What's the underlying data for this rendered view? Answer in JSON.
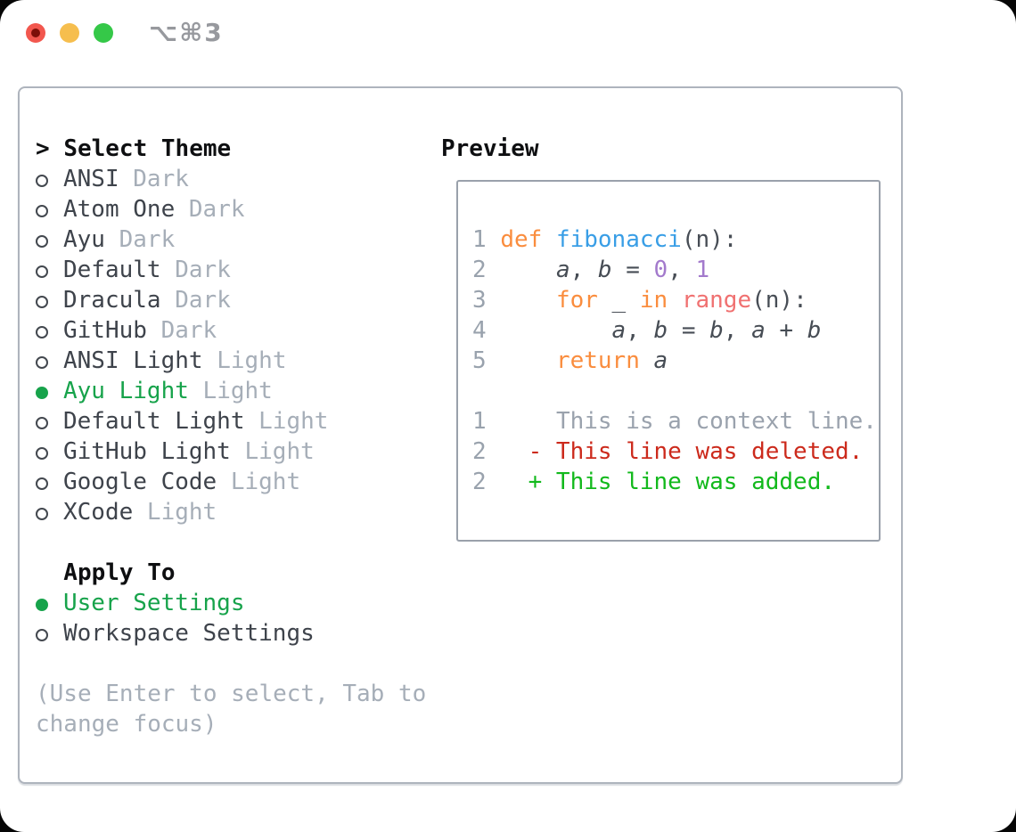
{
  "window": {
    "title": "⌥⌘3"
  },
  "theme_selector": {
    "prompt": "> ",
    "header": "Select Theme",
    "items": [
      {
        "name": "ANSI",
        "variant": "Dark",
        "selected": false
      },
      {
        "name": "Atom One",
        "variant": "Dark",
        "selected": false
      },
      {
        "name": "Ayu",
        "variant": "Dark",
        "selected": false
      },
      {
        "name": "Default",
        "variant": "Dark",
        "selected": false
      },
      {
        "name": "Dracula",
        "variant": "Dark",
        "selected": false
      },
      {
        "name": "GitHub",
        "variant": "Dark",
        "selected": false
      },
      {
        "name": "ANSI Light",
        "variant": "Light",
        "selected": false
      },
      {
        "name": "Ayu Light",
        "variant": "Light",
        "selected": true
      },
      {
        "name": "Default Light",
        "variant": "Light",
        "selected": false
      },
      {
        "name": "GitHub Light",
        "variant": "Light",
        "selected": false
      },
      {
        "name": "Google Code",
        "variant": "Light",
        "selected": false
      },
      {
        "name": "XCode",
        "variant": "Light",
        "selected": false
      }
    ]
  },
  "apply_to": {
    "header": "Apply To",
    "options": [
      {
        "label": "User Settings",
        "selected": true
      },
      {
        "label": "Workspace Settings",
        "selected": false
      }
    ]
  },
  "help": {
    "line1": "(Use Enter to select, Tab to",
    "line2": "change focus)"
  },
  "preview": {
    "header": "Preview",
    "lines": [
      [
        {
          "c": "lineno",
          "t": "1 "
        },
        {
          "c": "keyword",
          "t": "def"
        },
        {
          "c": "plain",
          "t": " "
        },
        {
          "c": "function",
          "t": "fibonacci"
        },
        {
          "c": "plain",
          "t": "(n):"
        }
      ],
      [
        {
          "c": "lineno",
          "t": "2 "
        },
        {
          "c": "plain",
          "t": "    "
        },
        {
          "c": "var",
          "t": "a"
        },
        {
          "c": "plain",
          "t": ", "
        },
        {
          "c": "var",
          "t": "b"
        },
        {
          "c": "plain",
          "t": " = "
        },
        {
          "c": "constant",
          "t": "0"
        },
        {
          "c": "plain",
          "t": ", "
        },
        {
          "c": "constant",
          "t": "1"
        }
      ],
      [
        {
          "c": "lineno",
          "t": "3 "
        },
        {
          "c": "plain",
          "t": "    "
        },
        {
          "c": "keyword",
          "t": "for"
        },
        {
          "c": "plain",
          "t": " _ "
        },
        {
          "c": "keyword",
          "t": "in"
        },
        {
          "c": "plain",
          "t": " "
        },
        {
          "c": "markup",
          "t": "range"
        },
        {
          "c": "plain",
          "t": "(n):"
        }
      ],
      [
        {
          "c": "lineno",
          "t": "4 "
        },
        {
          "c": "plain",
          "t": "        "
        },
        {
          "c": "var",
          "t": "a"
        },
        {
          "c": "plain",
          "t": ", "
        },
        {
          "c": "var",
          "t": "b"
        },
        {
          "c": "plain",
          "t": " = "
        },
        {
          "c": "var",
          "t": "b"
        },
        {
          "c": "plain",
          "t": ", "
        },
        {
          "c": "var",
          "t": "a"
        },
        {
          "c": "plain",
          "t": " + "
        },
        {
          "c": "var",
          "t": "b"
        }
      ],
      [
        {
          "c": "lineno",
          "t": "5 "
        },
        {
          "c": "plain",
          "t": "    "
        },
        {
          "c": "keyword",
          "t": "return"
        },
        {
          "c": "plain",
          "t": " "
        },
        {
          "c": "var",
          "t": "a"
        }
      ],
      [],
      [
        {
          "c": "lineno",
          "t": "1"
        },
        {
          "c": "plain",
          "t": "     "
        },
        {
          "c": "context",
          "t": "This is a context line."
        }
      ],
      [
        {
          "c": "lineno",
          "t": "2"
        },
        {
          "c": "plain",
          "t": "   "
        },
        {
          "c": "deleted",
          "t": "- This line was deleted."
        }
      ],
      [
        {
          "c": "lineno",
          "t": "2"
        },
        {
          "c": "plain",
          "t": "   "
        },
        {
          "c": "added",
          "t": "+ This line was added."
        }
      ]
    ]
  },
  "colors": {
    "selected_green": "#17A34B",
    "keyword": "#FA8D3E",
    "function": "#399EE6",
    "constant": "#A37ACC",
    "markup": "#F07171",
    "plain": "#474D55",
    "var": "#474D55",
    "lineno": "#99A2AD",
    "context": "#9AA2AD",
    "deleted": "#CC2A1C",
    "added": "#12B91C",
    "header_black": "#0E0F11",
    "item_text": "#3E434B",
    "muted": "#A6AEB8",
    "bullet_outline": "#43484F",
    "panel_border": "#AEB4BD",
    "box_border": "#9AA1AB",
    "title_gray": "#97999E",
    "traffic_red": "#F2574E",
    "traffic_red_dot": "#7D0F08",
    "traffic_yellow": "#F6BE4E",
    "traffic_green": "#35C848"
  }
}
